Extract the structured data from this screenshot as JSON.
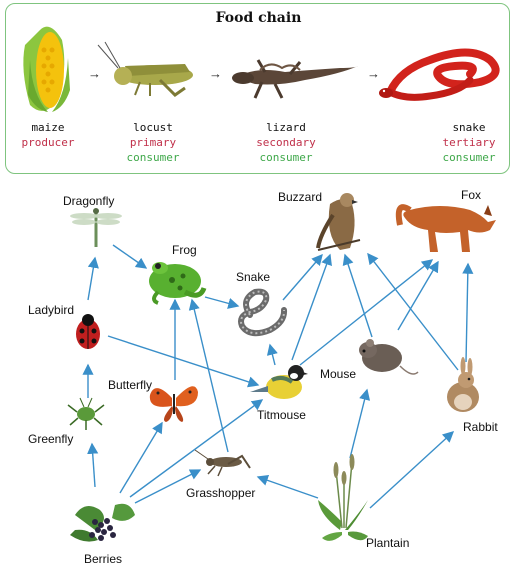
{
  "food_chain": {
    "title": "Food chain",
    "organisms": [
      {
        "name": "maize",
        "role": "producer",
        "role2": "",
        "role_color": "#c0304a"
      },
      {
        "name": "locust",
        "role": "primary",
        "role2": "consumer",
        "role_color": "#c0304a",
        "role2_color": "#3fa84a"
      },
      {
        "name": "lizard",
        "role": "secondary",
        "role2": "consumer",
        "role_color": "#c0304a",
        "role2_color": "#3fa84a"
      },
      {
        "name": "snake",
        "role": "tertiary",
        "role2": "consumer",
        "role_color": "#c0304a",
        "role2_color": "#3fa84a"
      }
    ],
    "arrow": "→"
  },
  "food_web": {
    "arrow_color": "#3a8fc9",
    "nodes": {
      "dragonfly": "Dragonfly",
      "frog": "Frog",
      "buzzard": "Buzzard",
      "fox": "Fox",
      "snake": "Snake",
      "ladybird": "Ladybird",
      "mouse": "Mouse",
      "butterfly": "Butterfly",
      "titmouse": "Titmouse",
      "greenfly": "Greenfly",
      "rabbit": "Rabbit",
      "grasshopper": "Grasshopper",
      "berries": "Berries",
      "plantain": "Plantain"
    }
  }
}
